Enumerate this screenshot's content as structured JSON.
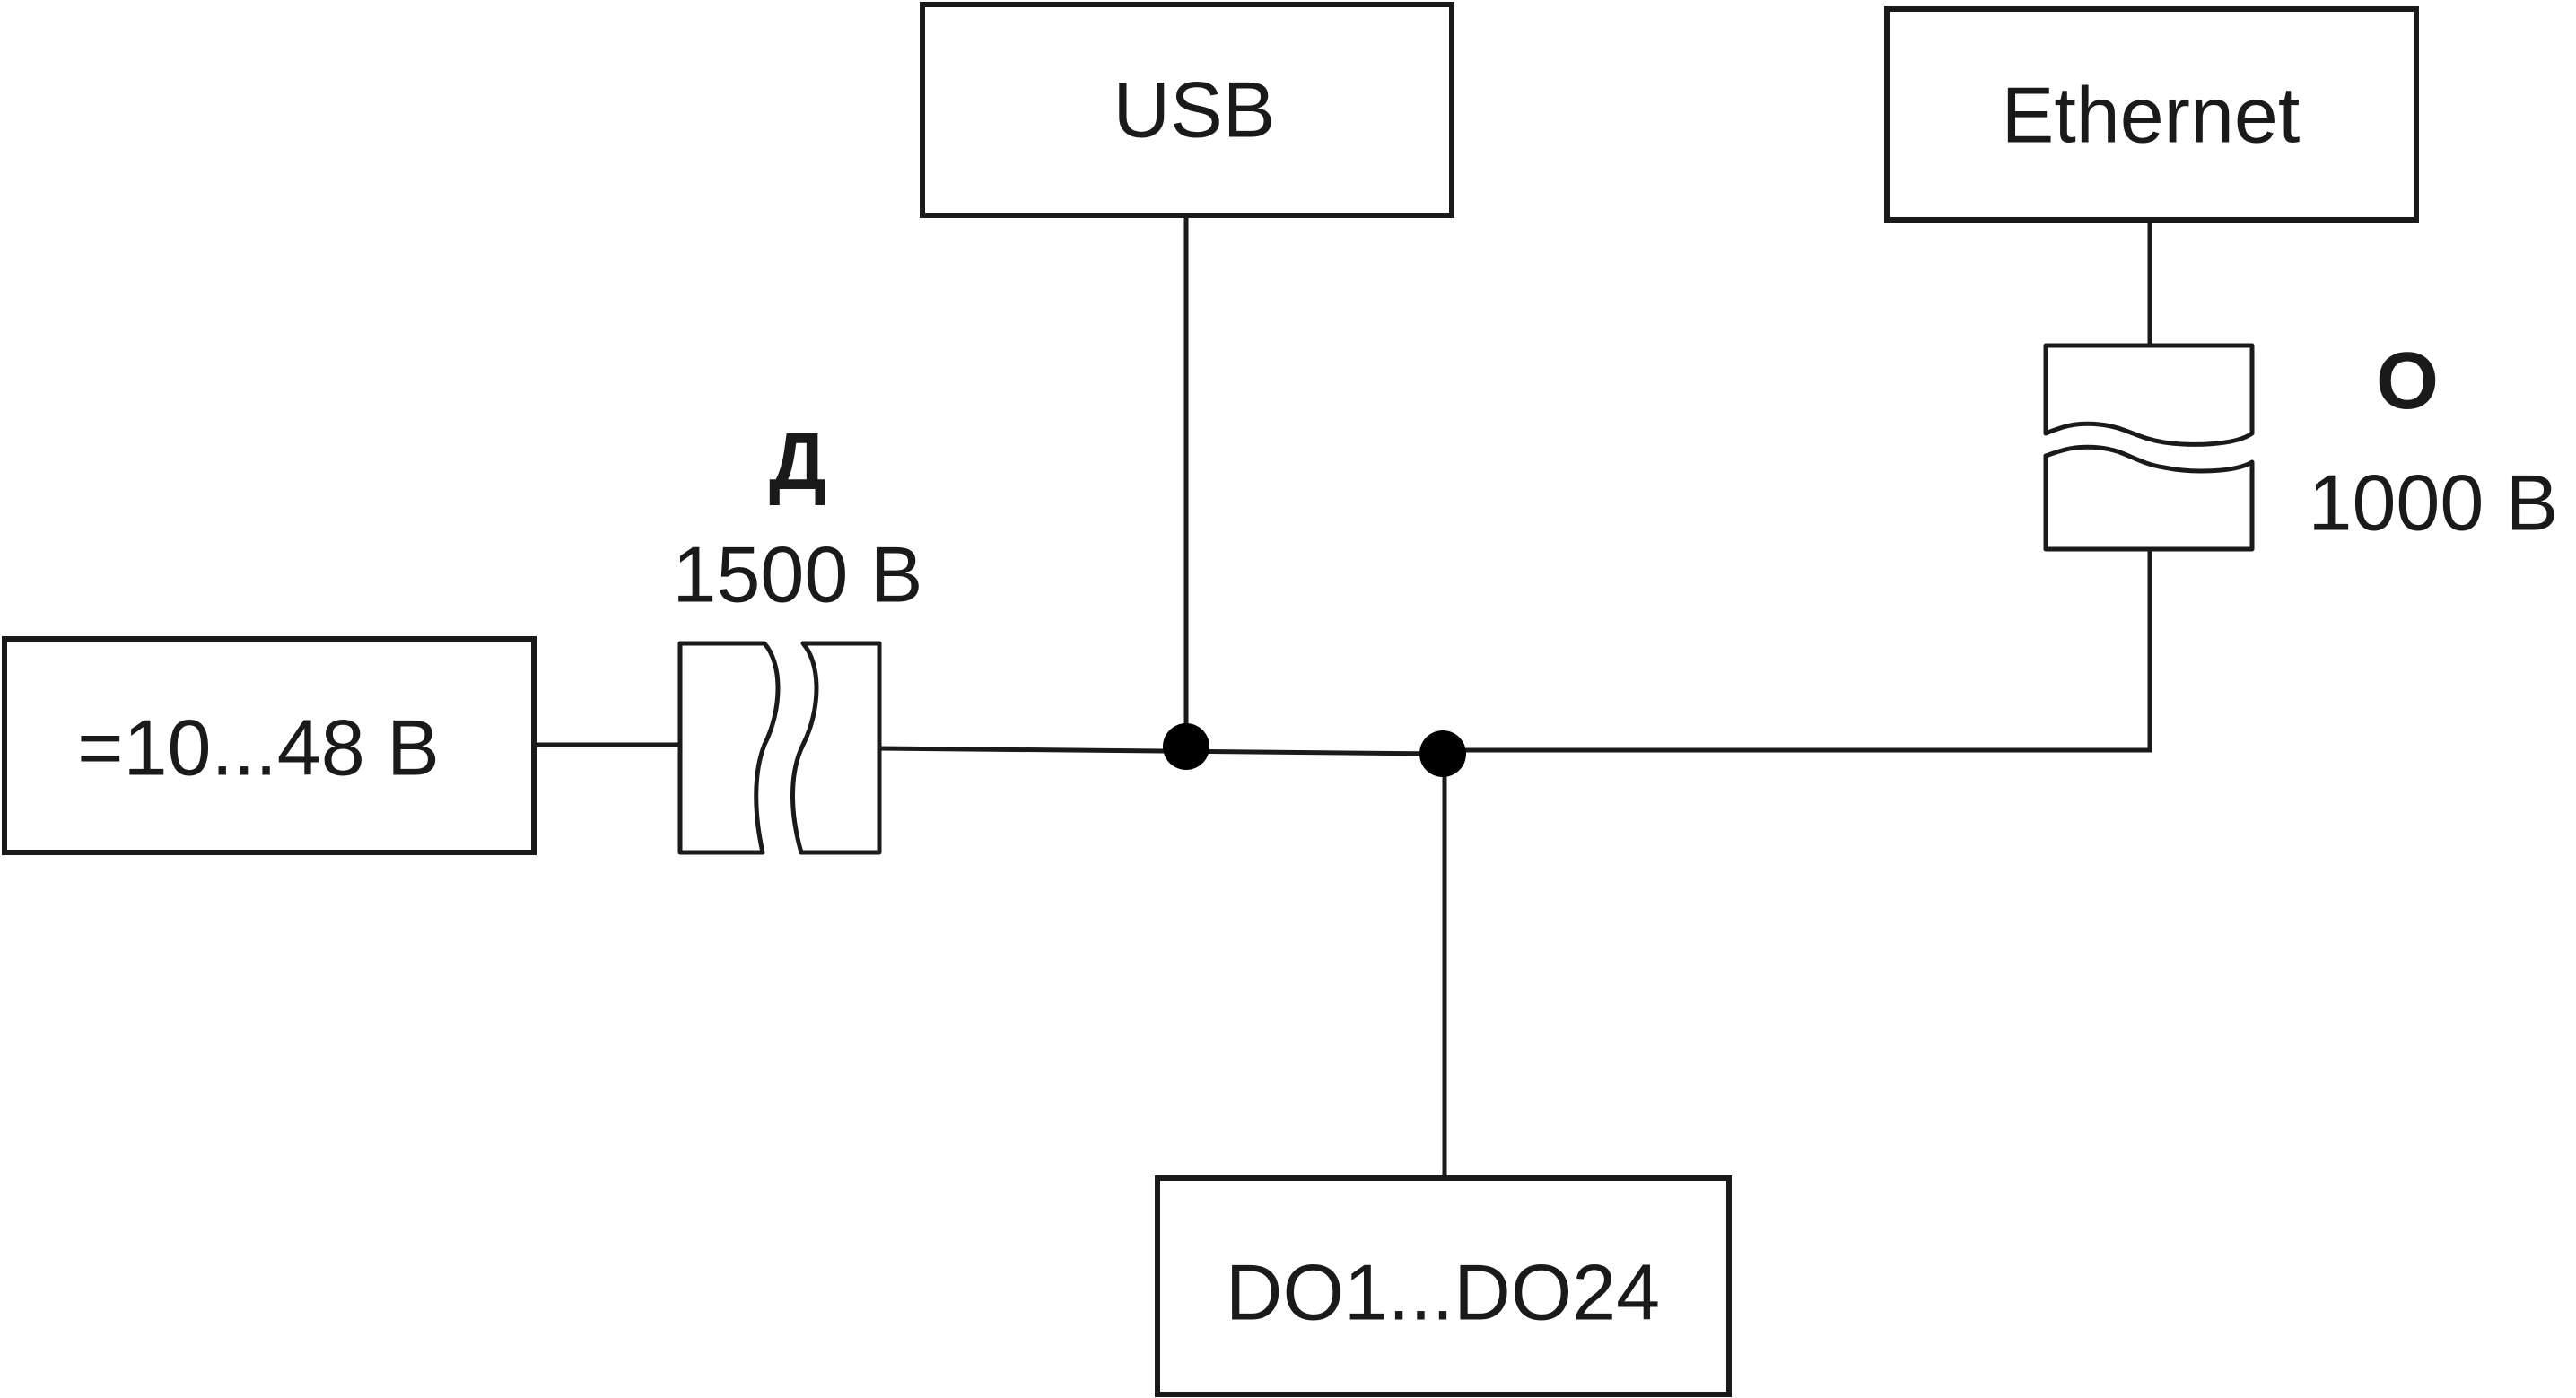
{
  "colors": {
    "line": "#1a1a1a",
    "background": "#ffffff",
    "junction": "#000000"
  },
  "blocks": {
    "usb": "USB",
    "ethernet": "Ethernet",
    "power": "=10...48 B",
    "outputs": "DO1...DO24"
  },
  "isolation": {
    "power": {
      "type": "Д",
      "voltage": "1500 B"
    },
    "ethernet": {
      "type": "О",
      "voltage": "1000 B"
    }
  }
}
